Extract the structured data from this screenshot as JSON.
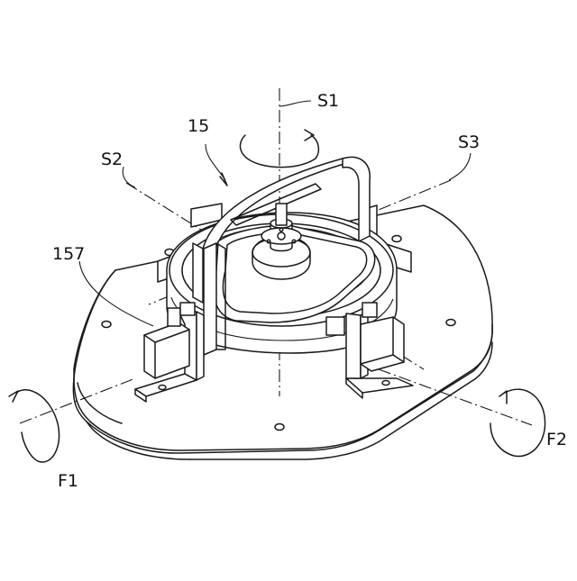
{
  "labels": {
    "s1": "S1",
    "s2": "S2",
    "s3": "S3",
    "f1": "F1",
    "f2": "F2",
    "part_15": "15",
    "part_157": "157"
  }
}
